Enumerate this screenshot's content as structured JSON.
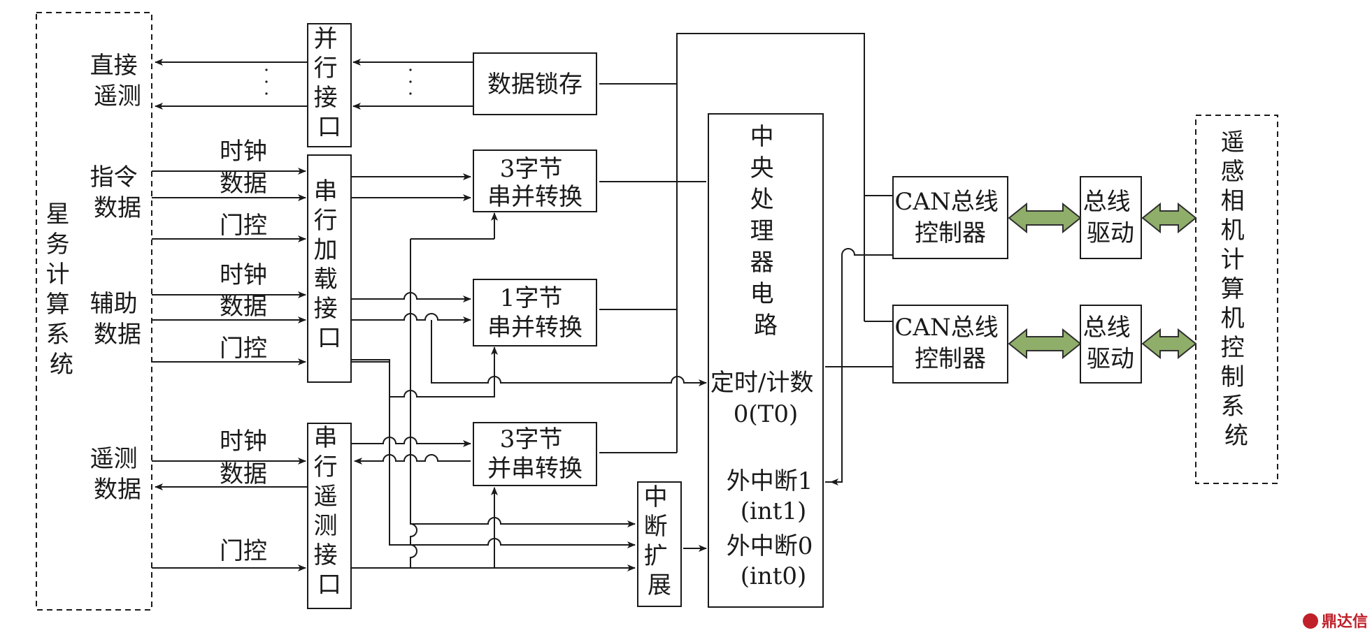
{
  "left_system": {
    "label": [
      "星",
      "务",
      "计",
      "算",
      "系",
      "统"
    ]
  },
  "right_system": {
    "label": [
      "遥",
      "感",
      "相",
      "机",
      "计",
      "算",
      "机",
      "控",
      "制",
      "系",
      "统"
    ]
  },
  "signals": {
    "direct_telemetry": [
      "直接",
      "遥测"
    ],
    "command_data": [
      "指令",
      "数据"
    ],
    "aux_data": [
      "辅助",
      "数据"
    ],
    "telemetry_data": [
      "遥测",
      "数据"
    ],
    "clock": "时钟",
    "data": "数据",
    "gate": "门控"
  },
  "blocks": {
    "parallel_if": [
      "并",
      "行",
      "接",
      "口"
    ],
    "data_latch": "数据锁存",
    "serial_load_if": [
      "串",
      "行",
      "加",
      "载",
      "接",
      "口"
    ],
    "s2p_3byte": [
      "3字节",
      "串并转换"
    ],
    "s2p_1byte": [
      "1字节",
      "串并转换"
    ],
    "p2s_3byte": [
      "3字节",
      "并串转换"
    ],
    "serial_tm_if": [
      "串",
      "行",
      "遥",
      "测",
      "接",
      "口"
    ],
    "int_expand": [
      "中",
      "断",
      "扩",
      "展"
    ],
    "cpu_title": [
      "中",
      "央",
      "处",
      "理",
      "器",
      "电",
      "路"
    ],
    "cpu_timer": [
      "定时/计数",
      "0(T0)"
    ],
    "cpu_int1": [
      "外中断1",
      "(int1)"
    ],
    "cpu_int0": [
      "外中断0",
      "(int0)"
    ],
    "can1": [
      "CAN总线",
      "控制器"
    ],
    "can2": [
      "CAN总线",
      "控制器"
    ],
    "drv1": [
      "总线",
      "驱动"
    ],
    "drv2": [
      "总线",
      "驱动"
    ]
  },
  "colors": {
    "bus_arrow": "#8fae6a",
    "line": "#1a1a1a",
    "watermark": "#c0202a"
  },
  "watermark": "鼎达信"
}
